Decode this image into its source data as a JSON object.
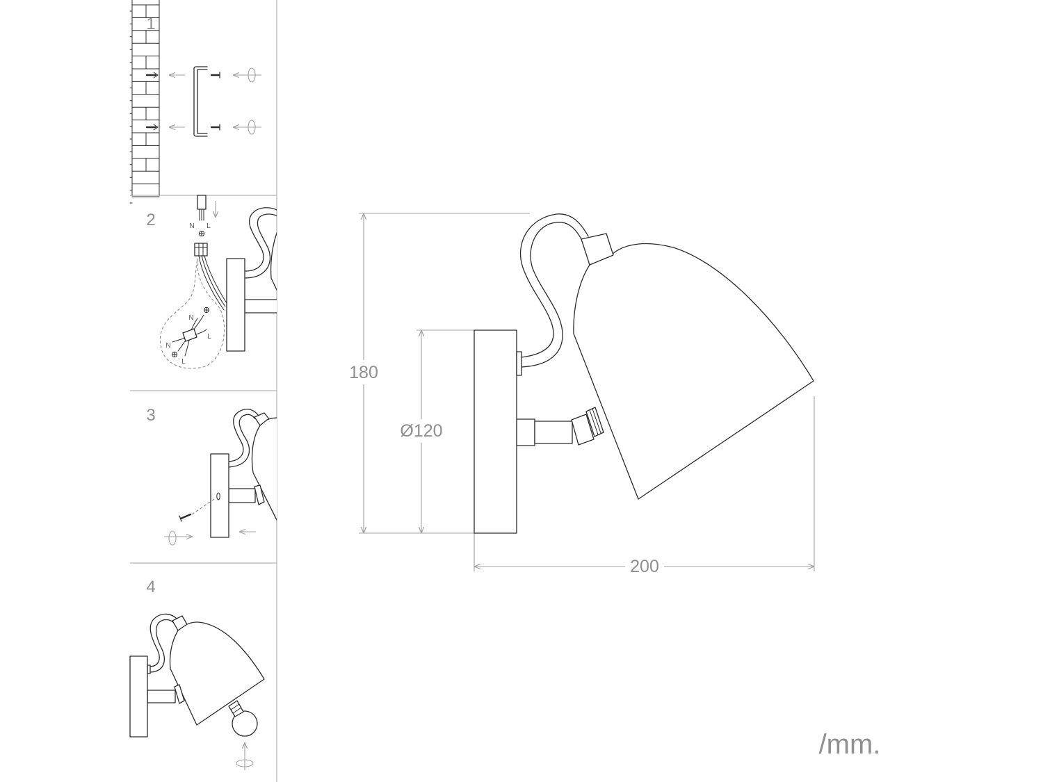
{
  "colors": {
    "line": "#2b2b2b",
    "dimension": "#8f8f8f",
    "separator": "#b4b4b4"
  },
  "steps": [
    "1",
    "2",
    "3",
    "4"
  ],
  "wiring": {
    "cable": {
      "neutral": "N",
      "live": "L"
    },
    "inset": {
      "neutral_top": "N",
      "live_top": "L",
      "neutral_bottom": "N",
      "live_bottom": "L"
    }
  },
  "dimensions": {
    "height": "180",
    "base_diameter": "Ø120",
    "depth": "200"
  },
  "unit": "/mm.",
  "icons": [
    "brick-wall-icon",
    "wall-plug-icon",
    "mounting-bracket-icon",
    "screw-icon",
    "arrow-left-icon",
    "arrow-down-icon",
    "rotate-screwdriver-icon",
    "ground-icon",
    "terminal-block-icon",
    "wire-connector-icon",
    "light-bulb-icon",
    "wall-lamp-icon"
  ]
}
